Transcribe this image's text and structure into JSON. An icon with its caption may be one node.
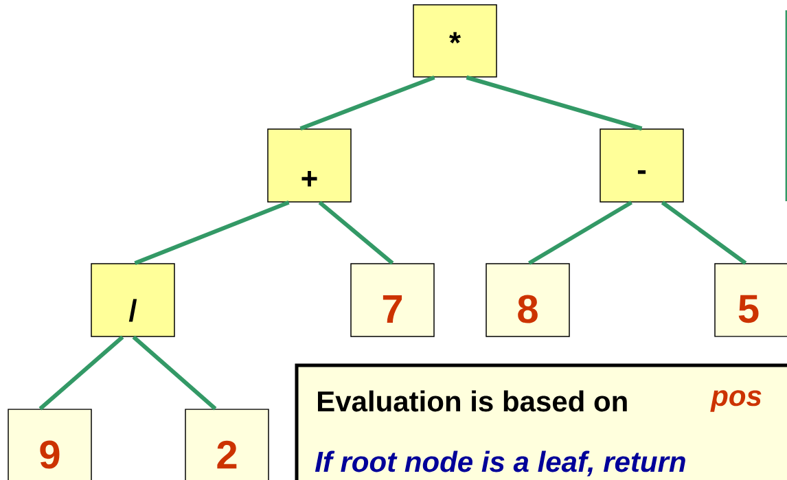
{
  "diagram": {
    "nodes": [
      {
        "text": [
          "*"
        ]
      },
      {
        "text": [
          "+"
        ]
      },
      {
        "text": [
          "-"
        ]
      },
      {
        "text": [
          "/"
        ]
      },
      {
        "text": [
          "7"
        ]
      },
      {
        "text": [
          "8"
        ]
      },
      {
        "text": [
          "5"
        ]
      },
      {
        "text": [
          "9"
        ]
      },
      {
        "text": [
          "2"
        ]
      },
      {
        "text": [
          "Evaluation is based on",
          "pos",
          "If root node is a leaf, return"
        ]
      }
    ],
    "edges": [
      {
        "from": 0,
        "to": 1,
        "arrow": "none"
      },
      {
        "from": 0,
        "to": 2,
        "arrow": "none"
      },
      {
        "from": 1,
        "to": 3,
        "arrow": "none"
      },
      {
        "from": 1,
        "to": 4,
        "arrow": "none"
      },
      {
        "from": 2,
        "to": 5,
        "arrow": "none"
      },
      {
        "from": 2,
        "to": 6,
        "arrow": "none"
      },
      {
        "from": 3,
        "to": 7,
        "arrow": "none"
      },
      {
        "from": 3,
        "to": 8,
        "arrow": "none"
      }
    ]
  }
}
